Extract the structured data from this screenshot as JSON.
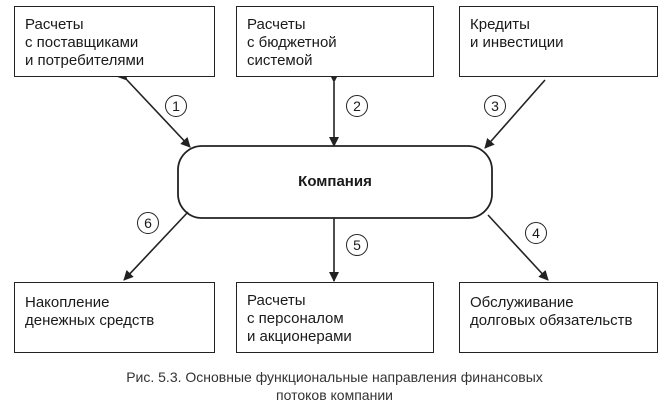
{
  "boxes": {
    "suppliers": "Расчеты\nс поставщиками\nи потребителями",
    "budget": "Расчеты\nс бюджетной\nсистемой",
    "credits": "Кредиты\nи инвестиции",
    "savings": "Накопление\nденежных средств",
    "personnel": "Расчеты\nс персоналом\nи акционерами",
    "debt": "Обслуживание\nдолговых обязательств"
  },
  "center": "Компания",
  "numbers": [
    "1",
    "2",
    "3",
    "4",
    "5",
    "6"
  ],
  "caption": {
    "line1": "Рис. 5.3. Основные функциональные направления финансовых",
    "line2": "потоков компании"
  }
}
